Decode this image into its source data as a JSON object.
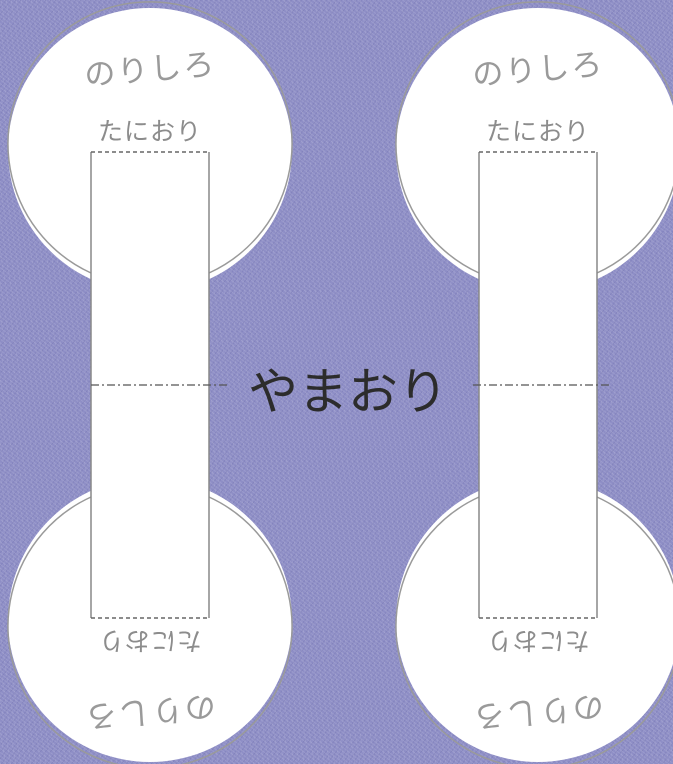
{
  "template_left": {
    "glue_top": "のりしろ",
    "valley_top": "たにおり",
    "valley_bottom": "たにおり",
    "glue_bottom": "のりしろ"
  },
  "template_right": {
    "glue_top": "のりしろ",
    "valley_top": "たにおり",
    "valley_bottom": "たにおり",
    "glue_bottom": "のりしろ"
  },
  "center": {
    "mountain_fold": "やまおり"
  },
  "colors": {
    "background": "#8e8ec6",
    "paper": "#ffffff",
    "outline": "#9a9a9a",
    "label_gray": "#9a9a9a",
    "mountain_text": "#2c2c2c"
  }
}
